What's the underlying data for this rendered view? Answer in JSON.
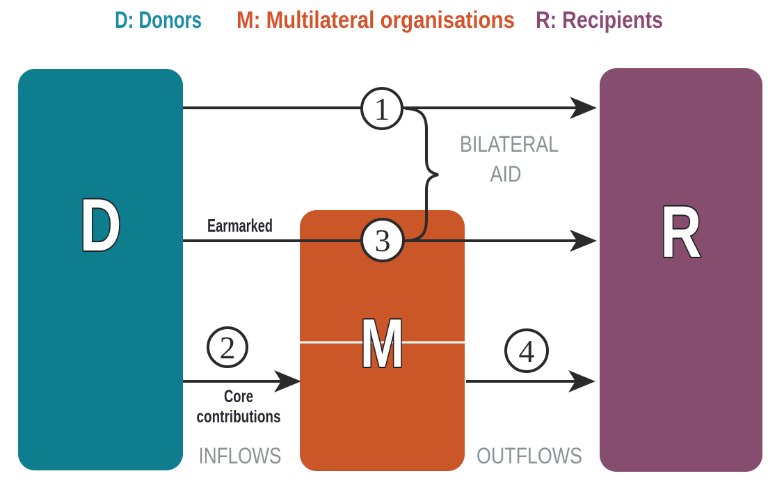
{
  "figure": {
    "legend": {
      "donors": {
        "label": "D: Donors",
        "color": "#1B8CA8"
      },
      "multilateral": {
        "label": "M: Multilateral organisations",
        "color": "#D5532B"
      },
      "recipients": {
        "label": "R: Recipients",
        "color": "#8B4A73"
      }
    },
    "boxes": {
      "donors": {
        "letter": "D",
        "color": "#0E7E8E"
      },
      "multilateral": {
        "letter": "M",
        "color": "#CB5628"
      },
      "recipients": {
        "letter": "R",
        "color": "#864D6E"
      }
    },
    "flows": {
      "flow1": {
        "number": "1"
      },
      "flow2": {
        "number": "2",
        "label_line1": "Core",
        "label_line2": "contributions"
      },
      "flow3": {
        "number": "3",
        "label": "Earmarked"
      },
      "flow4": {
        "number": "4"
      }
    },
    "annotations": {
      "bilateral_line1": "BILATERAL",
      "bilateral_line2": "AID",
      "inflows": "INFLOWS",
      "outflows": "OUTFLOWS"
    },
    "colors": {
      "ink": "#2B2A2A",
      "label_dark": "#26262E",
      "gray_label": "#8B9096",
      "divider": "#FFFFFF"
    }
  }
}
